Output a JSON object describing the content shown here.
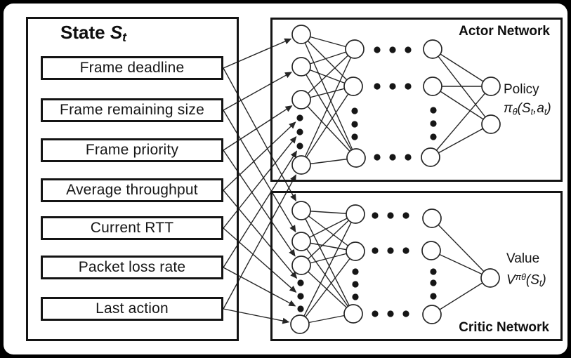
{
  "state_panel": {
    "title_plain": "State St",
    "title_parts": [
      {
        "text": "State ",
        "style": "b"
      },
      {
        "text": "S",
        "style": "bi"
      },
      {
        "text": "t",
        "style": "bsub"
      }
    ],
    "features": [
      "Frame deadline",
      "Frame remaining size",
      "Frame priority",
      "Average throughput",
      "Current RTT",
      "Packet loss rate",
      "Last action"
    ]
  },
  "actor_network": {
    "title": "Actor Network",
    "output_label": "Policy",
    "output_formula_plain": "πθ(St,at)",
    "output_formula_parts": [
      {
        "text": "π",
        "style": "i"
      },
      {
        "text": "θ",
        "style": "sub"
      },
      {
        "text": "(",
        "style": "i"
      },
      {
        "text": "S",
        "style": "i"
      },
      {
        "text": "t",
        "style": "sub"
      },
      {
        "text": ",",
        "style": "i"
      },
      {
        "text": "a",
        "style": "i"
      },
      {
        "text": "t",
        "style": "sub"
      },
      {
        "text": ")",
        "style": "i"
      }
    ]
  },
  "critic_network": {
    "title": "Critic Network",
    "output_label": "Value",
    "output_formula_plain": "Vπθ(St)",
    "output_formula_parts": [
      {
        "text": "V",
        "style": "i"
      },
      {
        "text": "πθ",
        "style": "sup"
      },
      {
        "text": "(",
        "style": "i"
      },
      {
        "text": "S",
        "style": "i"
      },
      {
        "text": "t",
        "style": "sub"
      },
      {
        "text": ")",
        "style": "i"
      }
    ]
  },
  "diagram": {
    "type": "actor-critic deep reinforcement learning architecture",
    "input_mapping": "each of the 7 state features sends one arrow to the input layer of the Actor Network and one arrow to the input layer of the Critic Network, position i to position i",
    "ellipsis_meaning": "black dots denote omitted neurons (vertical) and omitted hidden layers (horizontal)",
    "actor": {
      "visible_layers": [
        {
          "role": "input",
          "visible_nodes": 4,
          "ellipsis_dots": 3
        },
        {
          "role": "hidden",
          "visible_nodes": 3,
          "ellipsis_dots": 3
        },
        {
          "role": "hidden-layer-ellipsis",
          "horizontal_dot_rows": 3
        },
        {
          "role": "hidden",
          "visible_nodes": 3,
          "ellipsis_dots": 3
        },
        {
          "role": "output",
          "visible_nodes": 2
        }
      ],
      "connectivity": "fully connected between adjacent visible layers; last hidden layer fully connected to 2 output nodes"
    },
    "critic": {
      "visible_layers": [
        {
          "role": "input",
          "visible_nodes": 4,
          "ellipsis_dots": 3
        },
        {
          "role": "hidden",
          "visible_nodes": 3,
          "ellipsis_dots": 3
        },
        {
          "role": "hidden-layer-ellipsis",
          "horizontal_dot_rows": 3
        },
        {
          "role": "hidden",
          "visible_nodes": 3,
          "ellipsis_dots": 3
        },
        {
          "role": "output",
          "visible_nodes": 1
        }
      ],
      "connectivity": "fully connected between adjacent visible layers; last hidden layer converges to 1 output node"
    }
  },
  "colors": {
    "frame": "#000000",
    "background": "#ffffff",
    "line": "#262626",
    "box_border": "#141414",
    "text": "#141414"
  }
}
